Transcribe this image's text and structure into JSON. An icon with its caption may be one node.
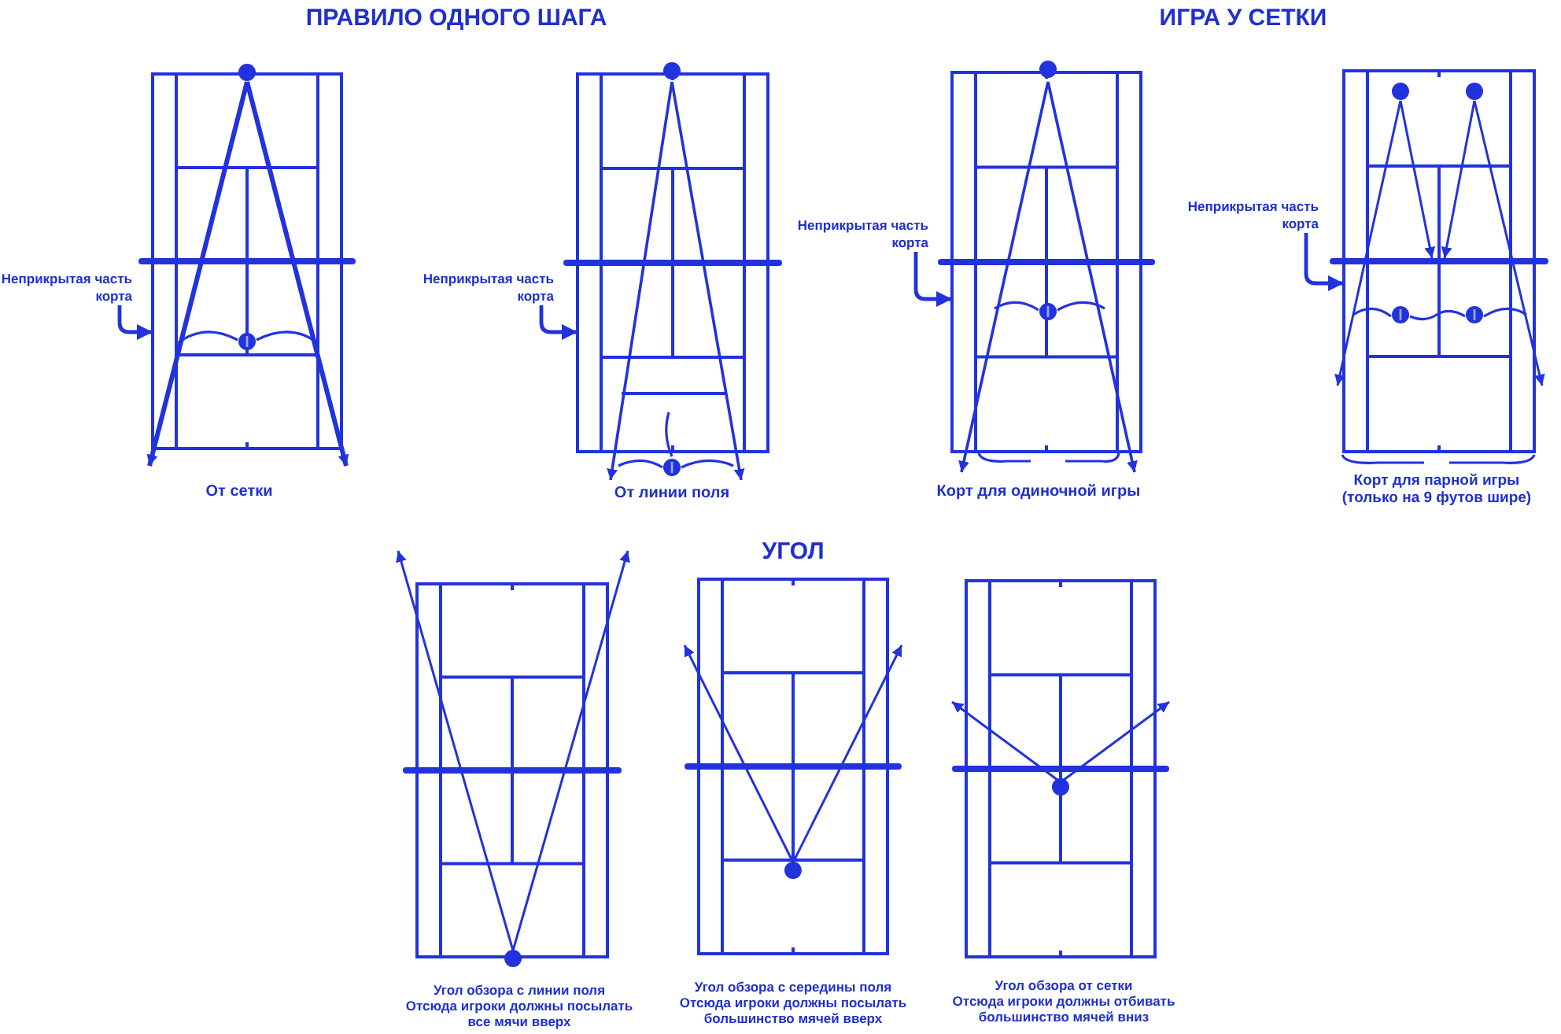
{
  "diagram": {
    "nodes": [
      {
        "text": [
          "Неприкрытая часть корта"
        ]
      },
      {
        "text": [],
        "shape": "picture",
        "beside": [
          "От сетки"
        ]
      },
      {
        "text": [
          "Неприкрытая часть корта"
        ]
      },
      {
        "text": [],
        "shape": "picture",
        "beside": [
          "От линии поля"
        ]
      },
      {
        "text": [
          "Неприкрытая часть корта"
        ]
      },
      {
        "text": [],
        "shape": "picture",
        "beside": [
          "Корт для одиночной игры"
        ]
      },
      {
        "text": [
          "Неприкрытая часть корта"
        ]
      },
      {
        "text": [],
        "shape": "picture",
        "beside": [
          "Корт для парной игры (только на 9 футов шире)"
        ]
      },
      {
        "text": [],
        "shape": "picture",
        "beside": [
          "Угол обзора с линии поля",
          "Отсюда игроки должны посылать все мячи вверх"
        ]
      },
      {
        "text": [],
        "shape": "picture",
        "beside": [
          "Угол обзора с середины поля",
          "Отсюда игроки должны посылать большинство мячей вверх"
        ]
      },
      {
        "text": [],
        "shape": "picture",
        "beside": [
          "Угол обзора от сетки",
          "Отсюда игроки должны отбивать большинство мячей вниз"
        ]
      }
    ],
    "edges": [
      {
        "from": 0,
        "to": 1,
        "arrow": "to"
      },
      {
        "from": 2,
        "to": 3,
        "arrow": "to"
      },
      {
        "from": 4,
        "to": 5,
        "arrow": "to"
      },
      {
        "from": 6,
        "to": 7,
        "arrow": "to"
      }
    ],
    "labels": [
      "ПРАВИЛО ОДНОГО ШАГА",
      "ИГРА У СЕТКИ",
      "УГОЛ"
    ]
  }
}
